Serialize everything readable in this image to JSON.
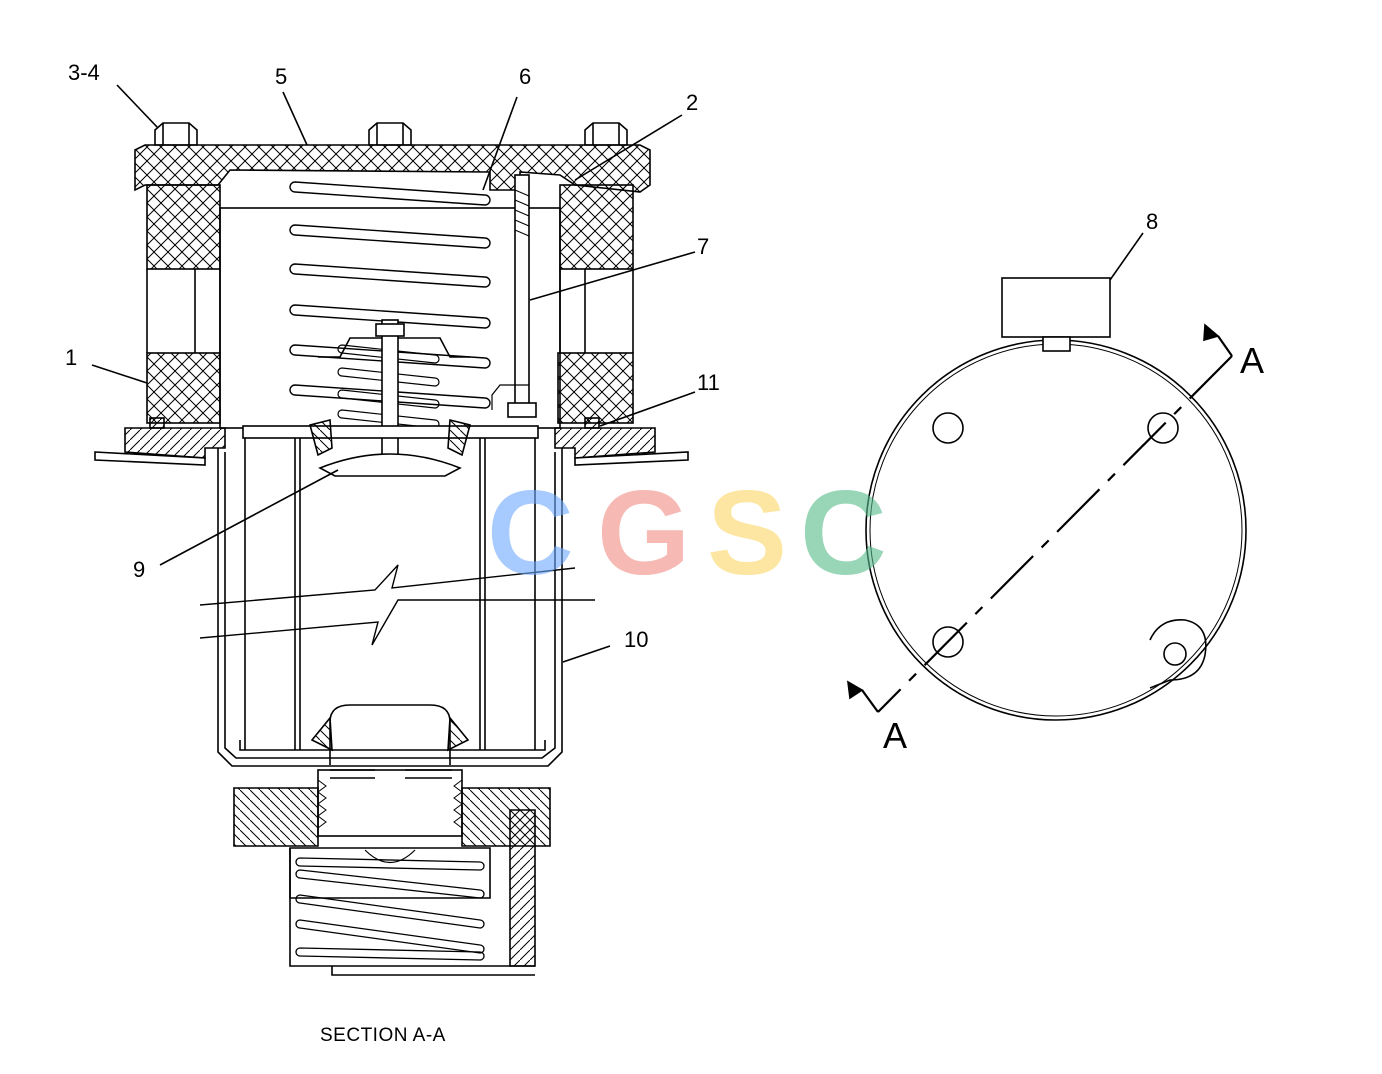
{
  "callouts": {
    "c1": "1",
    "c2": "2",
    "c34": "3-4",
    "c5": "5",
    "c6": "6",
    "c7": "7",
    "c8": "8",
    "c9": "9",
    "c10": "10",
    "c11": "11"
  },
  "section_marks": {
    "top": "A",
    "bottom": "A"
  },
  "caption": "SECTION A-A",
  "watermark": {
    "letters": [
      "C",
      "G",
      "S",
      "C"
    ],
    "colors": [
      "#6ea8ff",
      "#f28b82",
      "#fdd663",
      "#57bb8a"
    ]
  }
}
